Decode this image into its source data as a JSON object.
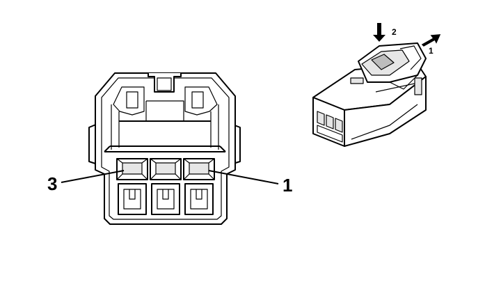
{
  "front_view": {
    "pin_labels": {
      "left": "3",
      "right": "1"
    }
  },
  "iso_view": {
    "arrow_labels": {
      "push": "2",
      "pull": "1"
    }
  }
}
